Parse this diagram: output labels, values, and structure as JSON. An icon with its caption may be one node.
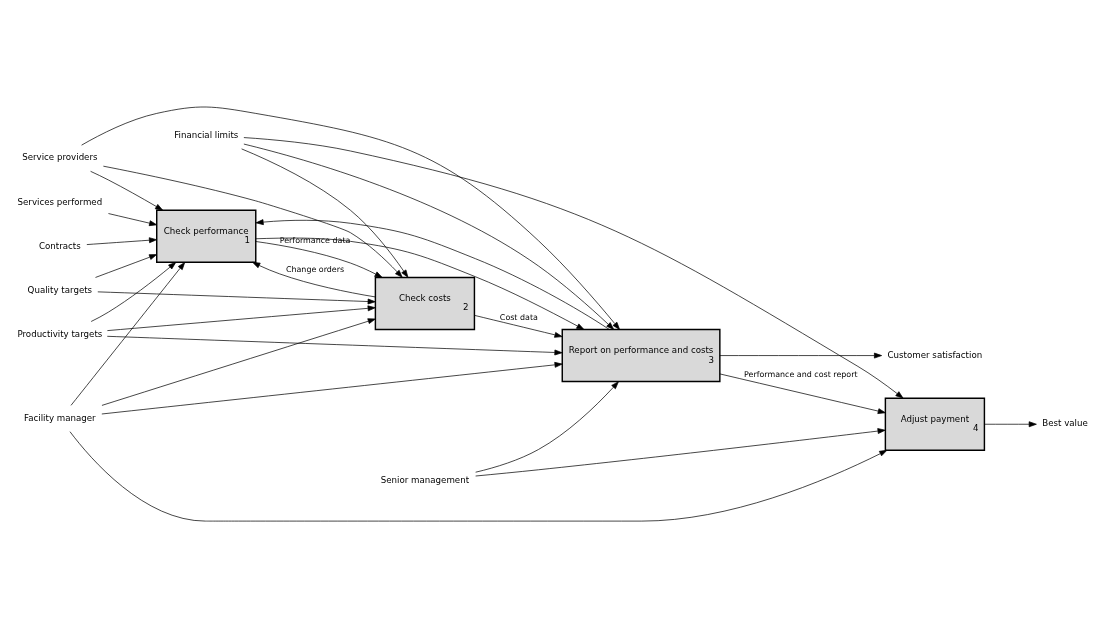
{
  "diagram": {
    "nodes": [
      {
        "text": [
          "Productivity targets"
        ]
      },
      {
        "text": [
          "Quality targets"
        ]
      },
      {
        "text": [
          "Financial limits"
        ]
      },
      {
        "text": [
          "Services performed"
        ]
      },
      {
        "text": [
          "Contracts"
        ]
      },
      {
        "text": [
          "Check performance",
          "1"
        ]
      },
      {
        "text": [
          "Check costs",
          "2"
        ]
      },
      {
        "text": [
          "Report on performance and costs",
          "3"
        ]
      },
      {
        "text": [
          "Customer satisfaction"
        ]
      },
      {
        "text": [
          "Adjust payment",
          "4"
        ]
      },
      {
        "text": [
          "Best value"
        ]
      },
      {
        "text": [
          "Facility manager"
        ]
      },
      {
        "text": [
          "Service providers"
        ]
      },
      {
        "text": [
          "Senior management"
        ]
      }
    ],
    "edges": [
      {
        "from": 0,
        "to": 5,
        "arrow": "to"
      },
      {
        "from": 0,
        "to": 6,
        "arrow": "to"
      },
      {
        "from": 0,
        "to": 7,
        "arrow": "to"
      },
      {
        "from": 1,
        "to": 5,
        "arrow": "to"
      },
      {
        "from": 1,
        "to": 6,
        "arrow": "to"
      },
      {
        "from": 2,
        "to": 6,
        "arrow": "to"
      },
      {
        "from": 2,
        "to": 7,
        "arrow": "to"
      },
      {
        "from": 2,
        "to": 9,
        "arrow": "to"
      },
      {
        "from": 3,
        "to": 5,
        "arrow": "to"
      },
      {
        "from": 4,
        "to": 5,
        "arrow": "to"
      },
      {
        "from": 5,
        "to": 6,
        "arrow": "to",
        "label": "Performance data"
      },
      {
        "from": 5,
        "to": 7,
        "arrow": "to"
      },
      {
        "from": 6,
        "to": 7,
        "arrow": "to",
        "label": "Cost data"
      },
      {
        "from": 6,
        "to": 5,
        "arrow": "to",
        "label": "Change orders"
      },
      {
        "from": 7,
        "to": 5,
        "arrow": "to"
      },
      {
        "from": 7,
        "to": 8,
        "arrow": "to"
      },
      {
        "from": 7,
        "to": 9,
        "arrow": "to",
        "label": "Performance and cost report"
      },
      {
        "from": 9,
        "to": 10,
        "arrow": "to"
      },
      {
        "from": 11,
        "to": 5,
        "arrow": "to"
      },
      {
        "from": 11,
        "to": 6,
        "arrow": "to"
      },
      {
        "from": 11,
        "to": 7,
        "arrow": "to"
      },
      {
        "from": 11,
        "to": 9,
        "arrow": "to"
      },
      {
        "from": 12,
        "to": 5,
        "arrow": "to"
      },
      {
        "from": 12,
        "to": 6,
        "arrow": "to"
      },
      {
        "from": 12,
        "to": 7,
        "arrow": "to"
      },
      {
        "from": 13,
        "to": 7,
        "arrow": "to"
      },
      {
        "from": 13,
        "to": 9,
        "arrow": "to"
      }
    ]
  }
}
